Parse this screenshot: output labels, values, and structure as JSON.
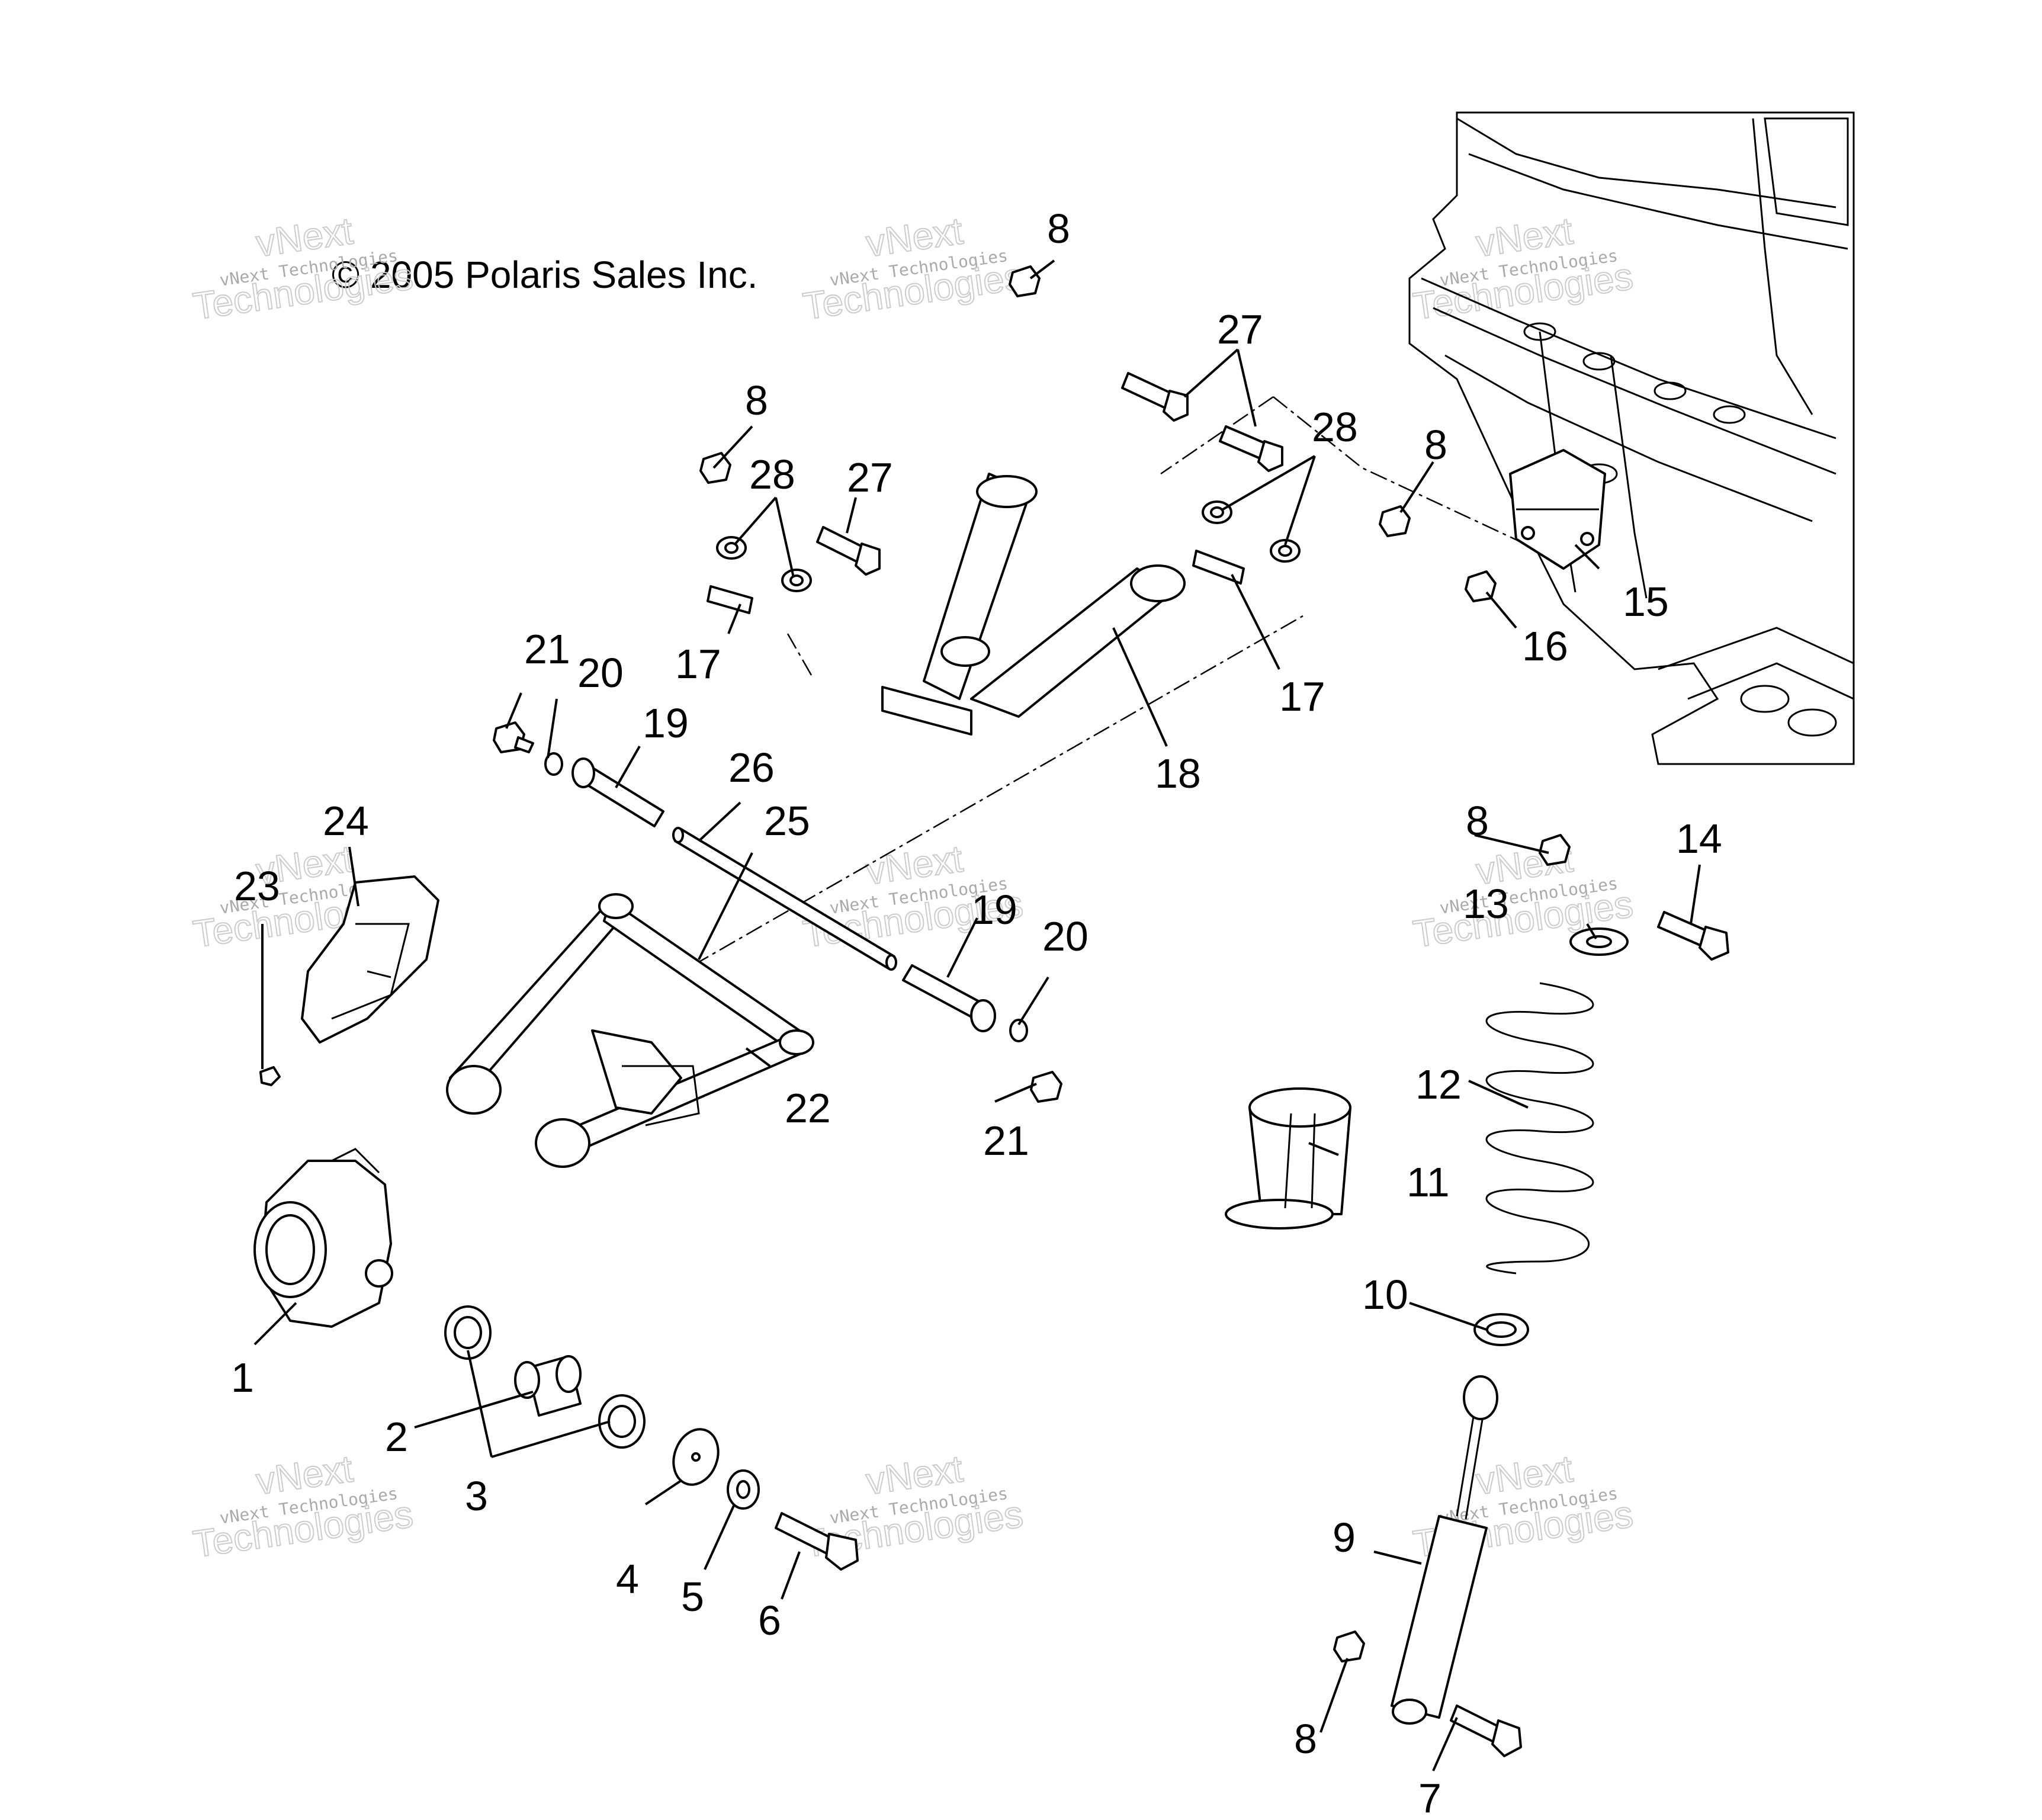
{
  "copyright": "© 2005 Polaris Sales Inc.",
  "watermark": {
    "line1": "vNext",
    "line2": "vNext Technologies",
    "line3": "Technologies"
  },
  "callouts": [
    "1",
    "2",
    "3",
    "4",
    "5",
    "6",
    "7",
    "8",
    "9",
    "10",
    "11",
    "12",
    "13",
    "14",
    "15",
    "16",
    "17",
    "18",
    "19",
    "20",
    "21",
    "22",
    "23",
    "24",
    "25",
    "26",
    "27",
    "28"
  ],
  "parts": {
    "p1": "1",
    "p2": "2",
    "p3": "3",
    "p4": "4",
    "p5": "5",
    "p6": "6",
    "p7": "7",
    "p8": "8",
    "p9": "9",
    "p10": "10",
    "p11": "11",
    "p12": "12",
    "p13": "13",
    "p14": "14",
    "p15": "15",
    "p16": "16",
    "p17": "17",
    "p18": "18",
    "p19": "19",
    "p20": "20",
    "p21": "21",
    "p22": "22",
    "p23": "23",
    "p24": "24",
    "p25": "25",
    "p26": "26",
    "p27": "27",
    "p28": "28"
  }
}
